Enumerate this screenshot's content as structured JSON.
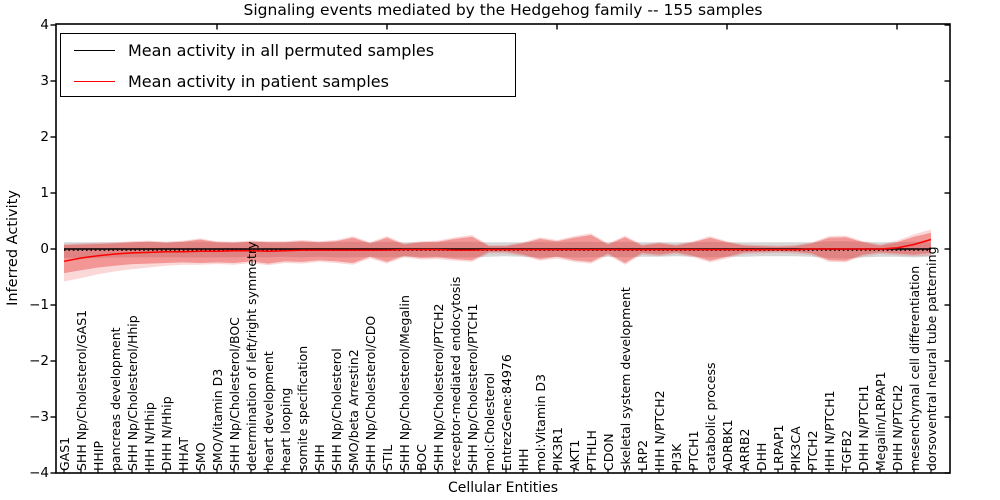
{
  "figure": {
    "title": "Signaling events mediated by the Hedgehog family -- 155 samples",
    "xlabel": "Cellular Entities",
    "ylabel": "Inferred Activity"
  },
  "chart_data": {
    "type": "line",
    "title": "Signaling events mediated by the Hedgehog family -- 155 samples",
    "xlabel": "Cellular Entities",
    "ylabel": "Inferred Activity",
    "ylim": [
      -4,
      4
    ],
    "yticks": [
      4,
      3,
      2,
      1,
      0,
      -1,
      -2,
      -3,
      -4
    ],
    "ytick_labels": [
      "4",
      "3",
      "2",
      "1",
      "0",
      "−1",
      "−2",
      "−3",
      "−4"
    ],
    "xticks_top": [
      10,
      20,
      30,
      40,
      50
    ],
    "grid": false,
    "legend_position": "upper left",
    "categories": [
      "GAS1",
      "SHH Np/Cholesterol/GAS1",
      "HHIP",
      "pancreas development",
      "SHH Np/Cholesterol/Hhip",
      "IHH N/Hhip",
      "DHH N/Hhip",
      "HHAT",
      "SMO",
      "SMO/Vitamin D3",
      "SHH Np/Cholesterol/BOC",
      "determination of left/right symmetry",
      "heart development",
      "heart looping",
      "somite specification",
      "SHH",
      "SHH Np/Cholesterol",
      "SMO/beta Arrestin2",
      "SHH Np/Cholesterol/CDO",
      "STIL",
      "SHH Np/Cholesterol/Megalin",
      "BOC",
      "SHH Np/Cholesterol/PTCH2",
      "receptor-mediated endocytosis",
      "SHH Np/Cholesterol/PTCH1",
      "mol:Cholesterol",
      "EntrezGene:84976",
      "IHH",
      "mol:Vitamin D3",
      "PIK3R1",
      "AKT1",
      "PTHLH",
      "CDON",
      "skeletal system development",
      "LRP2",
      "IHH N/PTCH2",
      "PI3K",
      "PTCH1",
      "catabolic process",
      "ADRBK1",
      "ARRB2",
      "DHH",
      "LRPAP1",
      "PIK3CA",
      "PTCH2",
      "IHH N/PTCH1",
      "TGFB2",
      "DHH N/PTCH1",
      "Megalin/LRPAP1",
      "DHH N/PTCH2",
      "mesenchymal cell differentiation",
      "dorsoventral neural tube patterning"
    ],
    "series": [
      {
        "name": "Mean activity in all permuted samples",
        "color": "#000000",
        "linestyle": "solid+dotted",
        "values": [
          0,
          0,
          0,
          0,
          0,
          0,
          0,
          0,
          0,
          0,
          0,
          0,
          0,
          0,
          0,
          0,
          0,
          0,
          0,
          0,
          0,
          0,
          0,
          0,
          0,
          0,
          0,
          0,
          0,
          0,
          0,
          0,
          0,
          0,
          0,
          0,
          0,
          0,
          0,
          0,
          0,
          0,
          0,
          0,
          0,
          0,
          0,
          0,
          0,
          0,
          0,
          0
        ]
      },
      {
        "name": "Mean activity in patient samples",
        "color": "#ff0000",
        "linestyle": "solid",
        "values": [
          -0.22,
          -0.16,
          -0.12,
          -0.09,
          -0.07,
          -0.06,
          -0.05,
          -0.05,
          -0.04,
          -0.04,
          -0.03,
          -0.03,
          -0.04,
          -0.03,
          -0.02,
          -0.02,
          -0.02,
          -0.02,
          -0.02,
          -0.02,
          -0.01,
          -0.01,
          -0.01,
          -0.02,
          -0.02,
          -0.01,
          -0.01,
          -0.01,
          -0.01,
          -0.01,
          -0.01,
          -0.01,
          -0.01,
          -0.01,
          -0.01,
          -0.01,
          -0.01,
          -0.01,
          -0.01,
          -0.01,
          -0.01,
          -0.01,
          -0.01,
          -0.01,
          0.0,
          0.0,
          0.0,
          0.0,
          0.0,
          0.02,
          0.08,
          0.17
        ]
      }
    ],
    "bands": [
      {
        "name": "permuted-samples-spread",
        "color": "#000000",
        "opacity": 0.16,
        "lower": [
          -0.16,
          -0.16,
          -0.16,
          -0.15,
          -0.15,
          -0.15,
          -0.15,
          -0.15,
          -0.15,
          -0.15,
          -0.15,
          -0.14,
          -0.15,
          -0.14,
          -0.15,
          -0.14,
          -0.15,
          -0.15,
          -0.14,
          -0.15,
          -0.14,
          -0.14,
          -0.14,
          -0.15,
          -0.15,
          -0.14,
          -0.13,
          -0.14,
          -0.15,
          -0.14,
          -0.15,
          -0.15,
          -0.14,
          -0.15,
          -0.14,
          -0.14,
          -0.13,
          -0.14,
          -0.15,
          -0.14,
          -0.14,
          -0.13,
          -0.13,
          -0.13,
          -0.14,
          -0.16,
          -0.17,
          -0.15,
          -0.14,
          -0.14,
          -0.15,
          -0.14
        ],
        "upper": [
          0.12,
          0.12,
          0.12,
          0.12,
          0.12,
          0.13,
          0.12,
          0.13,
          0.13,
          0.12,
          0.12,
          0.13,
          0.12,
          0.12,
          0.13,
          0.12,
          0.13,
          0.13,
          0.12,
          0.13,
          0.12,
          0.12,
          0.12,
          0.13,
          0.13,
          0.12,
          0.12,
          0.12,
          0.13,
          0.12,
          0.13,
          0.13,
          0.12,
          0.13,
          0.12,
          0.12,
          0.12,
          0.12,
          0.13,
          0.12,
          0.12,
          0.12,
          0.12,
          0.12,
          0.12,
          0.14,
          0.14,
          0.13,
          0.12,
          0.12,
          0.13,
          0.12
        ]
      },
      {
        "name": "patient-samples-spread-outer",
        "color": "#e63c3c",
        "opacity": 0.2,
        "lower": [
          -0.58,
          -0.52,
          -0.45,
          -0.4,
          -0.36,
          -0.33,
          -0.3,
          -0.28,
          -0.28,
          -0.27,
          -0.28,
          -0.25,
          -0.29,
          -0.25,
          -0.26,
          -0.23,
          -0.25,
          -0.28,
          -0.17,
          -0.26,
          -0.15,
          -0.19,
          -0.18,
          -0.21,
          -0.23,
          -0.08,
          -0.08,
          -0.13,
          -0.21,
          -0.17,
          -0.23,
          -0.26,
          -0.11,
          -0.28,
          -0.1,
          -0.13,
          -0.09,
          -0.15,
          -0.24,
          -0.17,
          -0.09,
          -0.08,
          -0.07,
          -0.08,
          -0.11,
          -0.23,
          -0.24,
          -0.13,
          -0.09,
          -0.11,
          -0.13,
          -0.12
        ],
        "upper": [
          0.09,
          0.1,
          0.11,
          0.12,
          0.14,
          0.15,
          0.13,
          0.15,
          0.19,
          0.14,
          0.13,
          0.15,
          0.14,
          0.14,
          0.16,
          0.14,
          0.16,
          0.23,
          0.12,
          0.23,
          0.1,
          0.14,
          0.15,
          0.21,
          0.25,
          0.07,
          0.07,
          0.12,
          0.21,
          0.16,
          0.23,
          0.28,
          0.1,
          0.24,
          0.08,
          0.12,
          0.08,
          0.14,
          0.23,
          0.14,
          0.08,
          0.07,
          0.06,
          0.07,
          0.12,
          0.23,
          0.24,
          0.14,
          0.08,
          0.15,
          0.26,
          0.35
        ]
      },
      {
        "name": "patient-samples-spread",
        "color": "#e63c3c",
        "opacity": 0.42,
        "lower": [
          -0.43,
          -0.38,
          -0.33,
          -0.3,
          -0.27,
          -0.26,
          -0.25,
          -0.24,
          -0.25,
          -0.24,
          -0.25,
          -0.22,
          -0.26,
          -0.22,
          -0.23,
          -0.2,
          -0.22,
          -0.25,
          -0.14,
          -0.23,
          -0.12,
          -0.16,
          -0.15,
          -0.18,
          -0.2,
          -0.05,
          -0.05,
          -0.1,
          -0.18,
          -0.14,
          -0.2,
          -0.23,
          -0.08,
          -0.25,
          -0.07,
          -0.1,
          -0.06,
          -0.12,
          -0.21,
          -0.14,
          -0.06,
          -0.05,
          -0.04,
          -0.05,
          -0.08,
          -0.2,
          -0.21,
          -0.1,
          -0.06,
          -0.08,
          -0.1,
          -0.07
        ],
        "upper": [
          0.07,
          0.08,
          0.09,
          0.1,
          0.12,
          0.13,
          0.11,
          0.13,
          0.17,
          0.12,
          0.11,
          0.13,
          0.12,
          0.12,
          0.14,
          0.12,
          0.14,
          0.2,
          0.1,
          0.2,
          0.08,
          0.12,
          0.13,
          0.18,
          0.22,
          0.05,
          0.05,
          0.1,
          0.18,
          0.14,
          0.2,
          0.25,
          0.08,
          0.21,
          0.06,
          0.1,
          0.06,
          0.12,
          0.2,
          0.12,
          0.06,
          0.05,
          0.04,
          0.05,
          0.1,
          0.2,
          0.21,
          0.12,
          0.06,
          0.12,
          0.22,
          0.29
        ]
      }
    ]
  }
}
